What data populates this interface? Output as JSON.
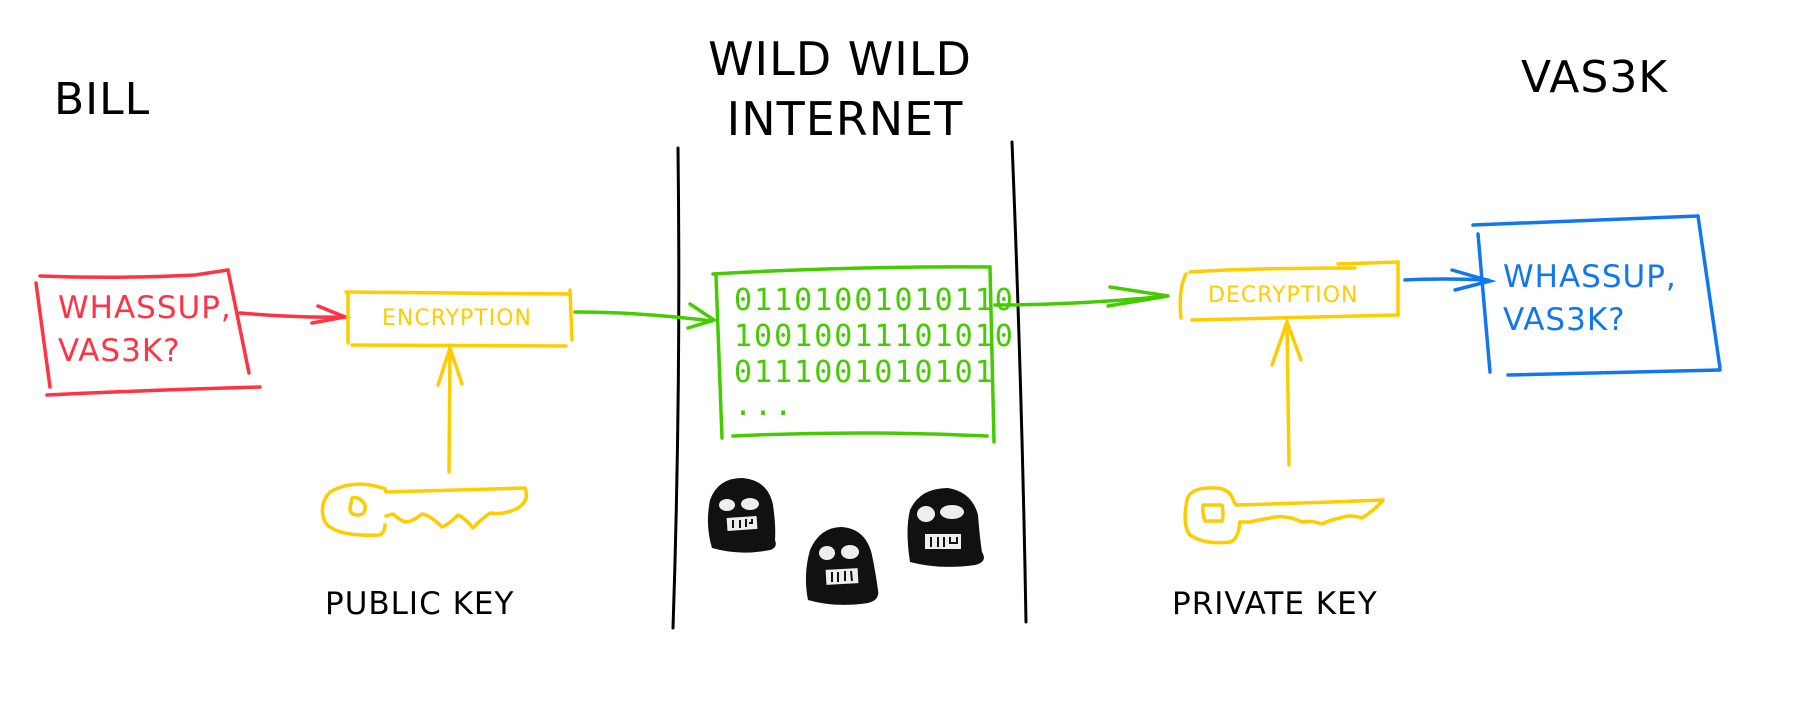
{
  "colors": {
    "sender": "#ff3344",
    "crypto": "#ffcc00",
    "network": "#44cc00",
    "receiver": "#1177ee",
    "ink": "#000000"
  },
  "sender": {
    "name": "BILL",
    "message_line1": "WHASSUP,",
    "message_line2": "VAS3K?"
  },
  "encryption": {
    "label": "ENCRYPTION",
    "key_label": "PUBLIC KEY",
    "key_icon": "key-icon"
  },
  "network": {
    "title_line1": "WILD WILD",
    "title_line2": "INTERNET",
    "ciphertext": [
      "01101001010110",
      "10010011101010",
      "0111001010101",
      "..."
    ],
    "eavesdroppers_icon": "hooded-hacker-icon",
    "eavesdropper_count": 3
  },
  "decryption": {
    "label": "DECRYPTION",
    "key_label": "PRIVATE KEY",
    "key_icon": "key-icon"
  },
  "receiver": {
    "name": "VAS3K",
    "message_line1": "WHASSUP,",
    "message_line2": "VAS3K?"
  }
}
